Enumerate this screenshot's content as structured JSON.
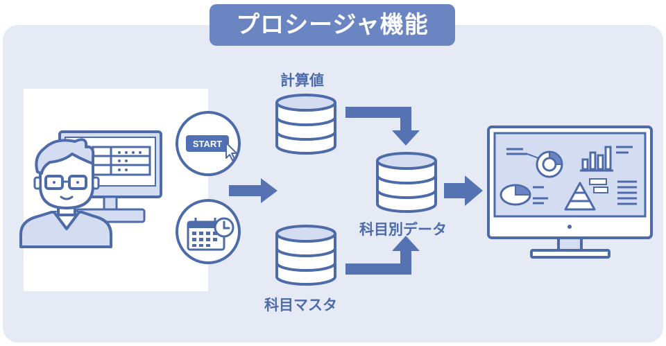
{
  "title": "プロシージャ機能",
  "labels": {
    "calc": "計算値",
    "master": "科目マスタ",
    "by_subject": "科目別データ"
  },
  "start_button": "START",
  "colors": {
    "panel": "#e6eaf5",
    "accent": "#6b85c2",
    "stroke": "#4d6aa9",
    "fill_light": "#d3dcf0",
    "white": "#ffffff"
  }
}
